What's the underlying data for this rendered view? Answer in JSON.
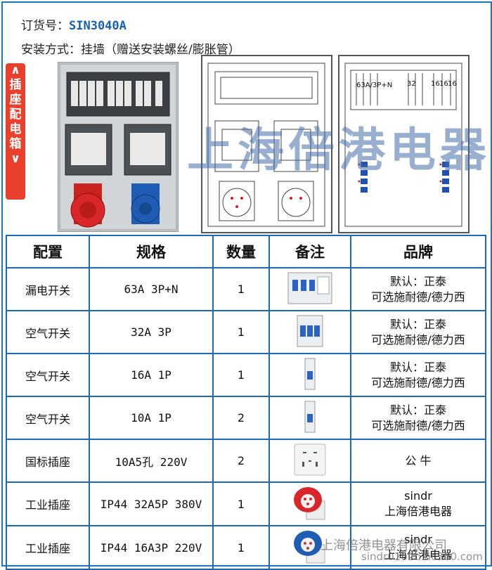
{
  "header": {
    "order_label": "订货号：",
    "order_code": "SIN3040A",
    "install": "安装方式：挂墙（赠送安装螺丝/膨胀管）"
  },
  "sidetab": {
    "text": [
      "插",
      "座",
      "配",
      "电",
      "箱"
    ]
  },
  "drawing": {
    "label_main": "63A/3P+N",
    "label_32": "32",
    "label_16a": "16",
    "label_16b": "16",
    "label_16c": "16"
  },
  "watermark": {
    "brand": "上海倍港电器",
    "company": "上海倍港电器有限公司",
    "site": "sindr0162b.hc360.com"
  },
  "table": {
    "headers": [
      "配置",
      "规格",
      "数量",
      "备注",
      "品牌"
    ],
    "rows": [
      {
        "config": "漏电开关",
        "spec": "63A 3P+N",
        "qty": "1",
        "note_icon": "rcbo-icon",
        "brand1": "默认：正泰",
        "brand2": "可选施耐德/德力西"
      },
      {
        "config": "空气开关",
        "spec": "32A 3P",
        "qty": "1",
        "note_icon": "breaker-3p-icon",
        "brand1": "默认：正泰",
        "brand2": "可选施耐德/德力西"
      },
      {
        "config": "空气开关",
        "spec": "16A 1P",
        "qty": "1",
        "note_icon": "breaker-1p-icon",
        "brand1": "默认：正泰",
        "brand2": "可选施耐德/德力西"
      },
      {
        "config": "空气开关",
        "spec": "10A 1P",
        "qty": "2",
        "note_icon": "breaker-1p-icon",
        "brand1": "默认：正泰",
        "brand2": "可选施耐德/德力西"
      },
      {
        "config": "国标插座",
        "spec": "10A5孔 220V",
        "qty": "2",
        "note_icon": "wall-socket-icon",
        "brand1": "公 牛",
        "brand2": ""
      },
      {
        "config": "工业插座",
        "spec": "IP44 32A5P 380V",
        "qty": "1",
        "note_icon": "industrial-socket-red-icon",
        "brand1": "sindr",
        "brand2": "上海倍港电器"
      },
      {
        "config": "工业插座",
        "spec": "IP44 16A3P 220V",
        "qty": "1",
        "note_icon": "industrial-socket-blue-icon",
        "brand1": "sindr",
        "brand2": "上海倍港电器"
      }
    ]
  },
  "colors": {
    "accent": "#1a6ab8",
    "sidetab": "#e8402c",
    "socket_red": "#d9262b",
    "socket_blue": "#1e5db3"
  }
}
